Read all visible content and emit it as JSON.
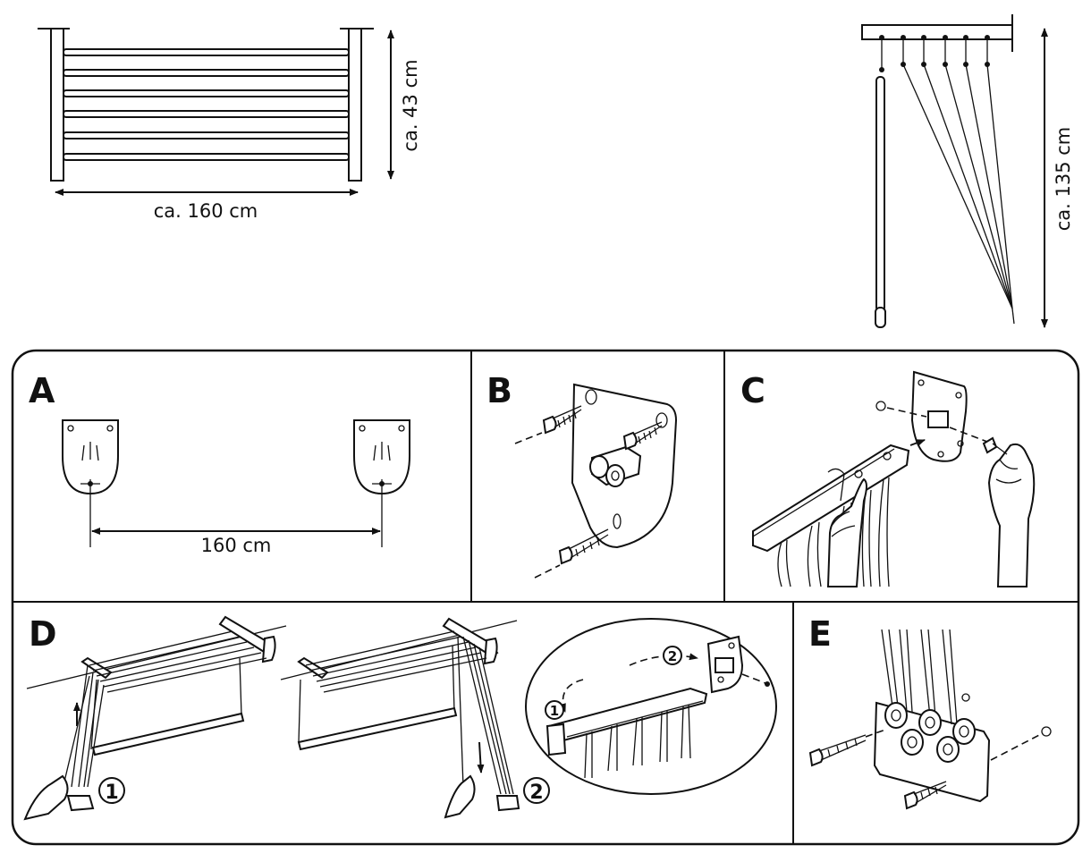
{
  "top_left": {
    "height_label": "ca. 43 cm",
    "width_label": "ca. 160 cm"
  },
  "top_right": {
    "length_label": "ca. 135 cm"
  },
  "panels": {
    "a": {
      "letter": "A",
      "distance_label": "160 cm"
    },
    "b": {
      "letter": "B"
    },
    "c": {
      "letter": "C"
    },
    "d": {
      "letter": "D",
      "step1": "1",
      "step2": "2",
      "inset_step1": "1",
      "inset_step2": "2"
    },
    "e": {
      "letter": "E"
    }
  }
}
